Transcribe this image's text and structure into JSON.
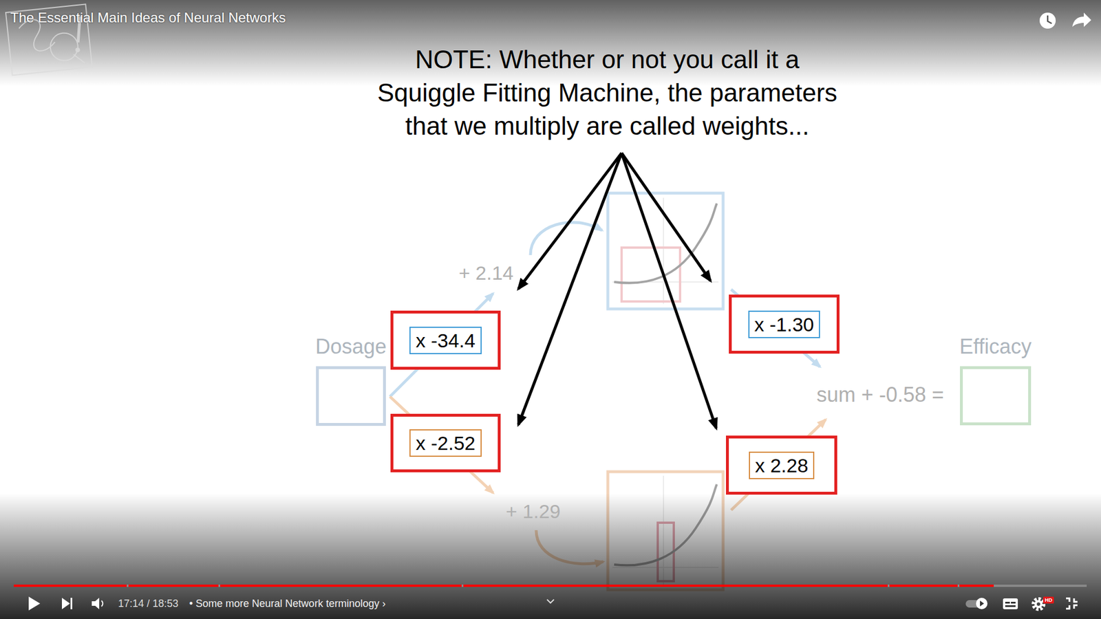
{
  "diagram": {
    "title": "The Essential Main Ideas of Neural Networks",
    "nodes": [
      {
        "text": [
          "Dosage"
        ]
      },
      {
        "text": [
          "x -34.4"
        ]
      },
      {
        "text": [
          "x -2.52"
        ]
      },
      {
        "text": [
          "x -1.30"
        ]
      },
      {
        "text": [
          "x 2.28"
        ]
      },
      {
        "text": [
          "Efficacy"
        ]
      }
    ],
    "labels": [
      "NOTE: Whether or not you call it a Squiggle Fitting Machine, the parameters that we multiply are called weights...",
      "+ 2.14",
      "+ 1.29",
      "sum + -0.58 =",
      "17:14 / 18:53",
      "• Some more Neural Network terminology ›",
      "HD"
    ]
  }
}
